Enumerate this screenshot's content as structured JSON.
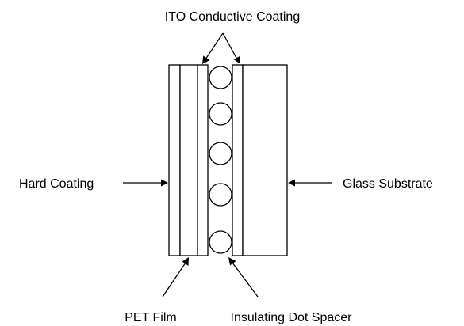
{
  "labels": {
    "ito": "ITO Conductive Coating",
    "hard": "Hard Coating",
    "glass": "Glass Substrate",
    "pet": "PET Film",
    "spacer": "Insulating Dot Spacer"
  },
  "colors": {
    "stroke": "#000000",
    "background": "#ffffff"
  }
}
